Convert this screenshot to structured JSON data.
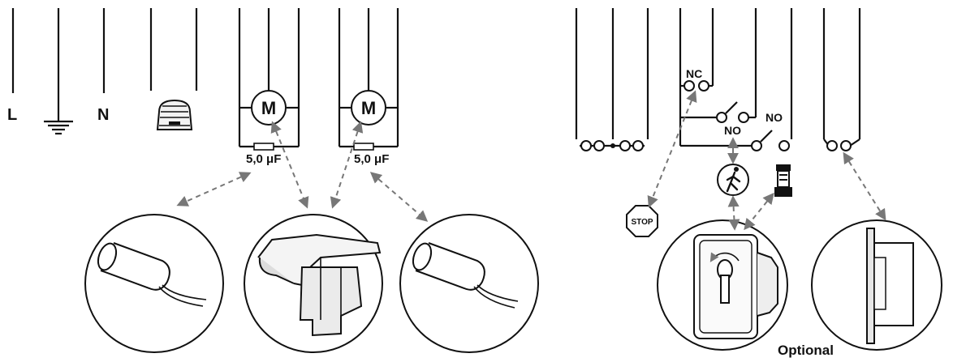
{
  "terminals": {
    "line": "L",
    "neutral": "N"
  },
  "motors": {
    "left_label": "M",
    "right_label": "M"
  },
  "capacitors": {
    "left_label": "5,0 μF",
    "right_label": "5,0 μF"
  },
  "switch_contacts": {
    "nc": "NC",
    "no_upper": "NO",
    "no_lower": "NO"
  },
  "stop_button": {
    "label": "STOP"
  },
  "footer": {
    "optional_label": "Optional"
  },
  "colors": {
    "line": "#111111",
    "arrow": "#777777",
    "part_fill": "#e6e6e6"
  },
  "icons": [
    "ground-icon",
    "antenna-cap-icon",
    "pedestrian-icon",
    "flashing-lamp-icon",
    "stop-icon",
    "key-switch-icon",
    "capacitor-icon",
    "gear-motor-icon",
    "photocell-icon"
  ]
}
